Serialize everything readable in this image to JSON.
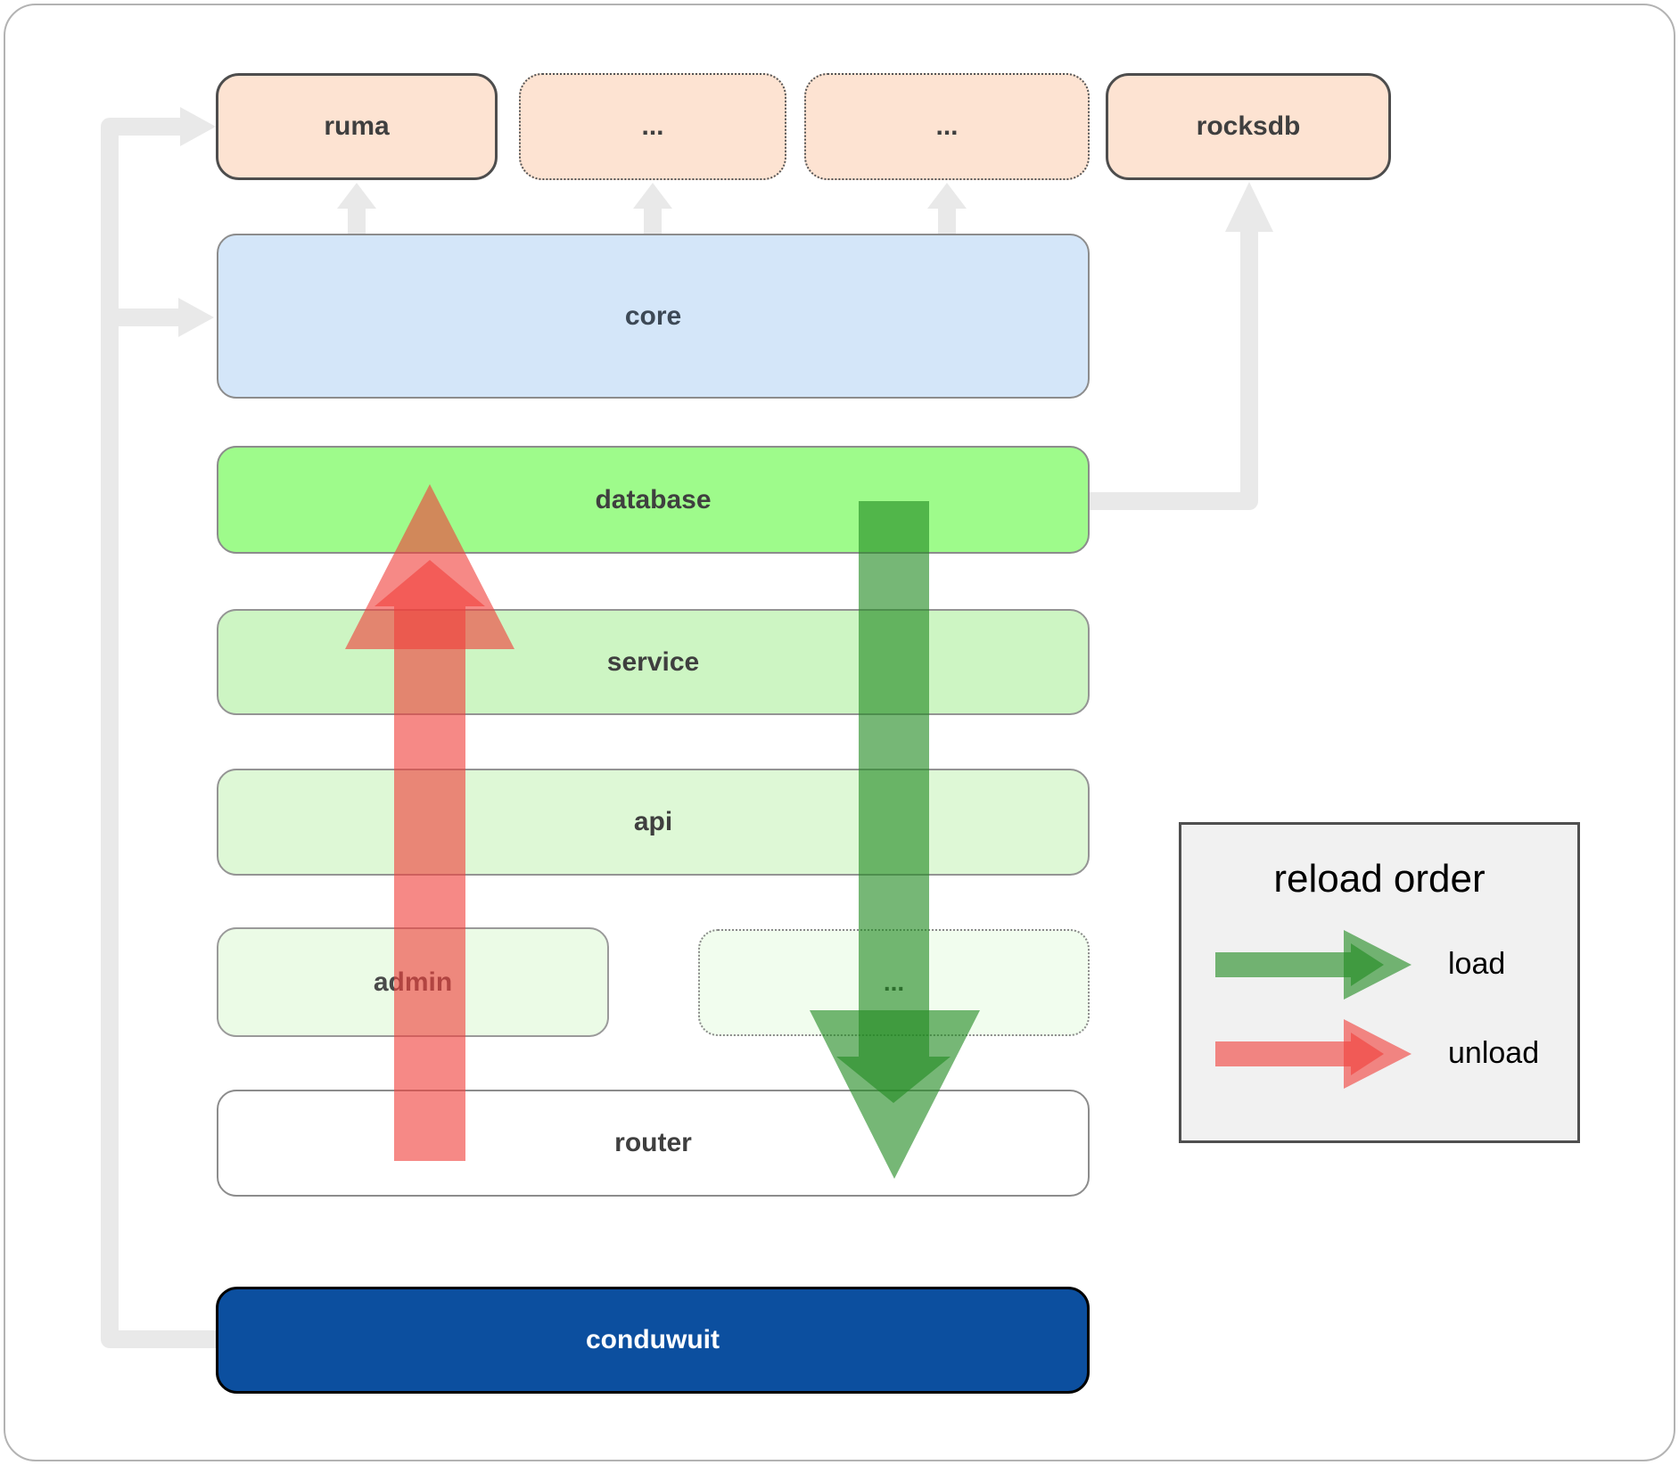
{
  "diagram": {
    "top_row": [
      {
        "label": "ruma"
      },
      {
        "label": "..."
      },
      {
        "label": "..."
      },
      {
        "label": "rocksdb"
      }
    ],
    "layers": {
      "core": "core",
      "database": "database",
      "service": "service",
      "api": "api",
      "admin": "admin",
      "ellipsis": "...",
      "router": "router",
      "conduwuit": "conduwuit"
    },
    "legend": {
      "title": "reload order",
      "load_label": "load",
      "unload_label": "unload"
    },
    "colors": {
      "load_arrow": "#228b22",
      "unload_arrow": "#f0413c",
      "connector_gray": "#e9e9e9",
      "peach_fill": "#fde3d2",
      "core_fill": "#d4e6f9",
      "database_fill": "#9efb8b",
      "service_fill": "#cdf5c3",
      "api_fill": "#def8d6",
      "admin_fill": "#ebfbe6",
      "ellipsis_fill": "#f1fdee",
      "router_fill": "#ffffff",
      "conduwuit_fill": "#0c4f9f",
      "legend_bg": "#f1f1f1"
    }
  }
}
